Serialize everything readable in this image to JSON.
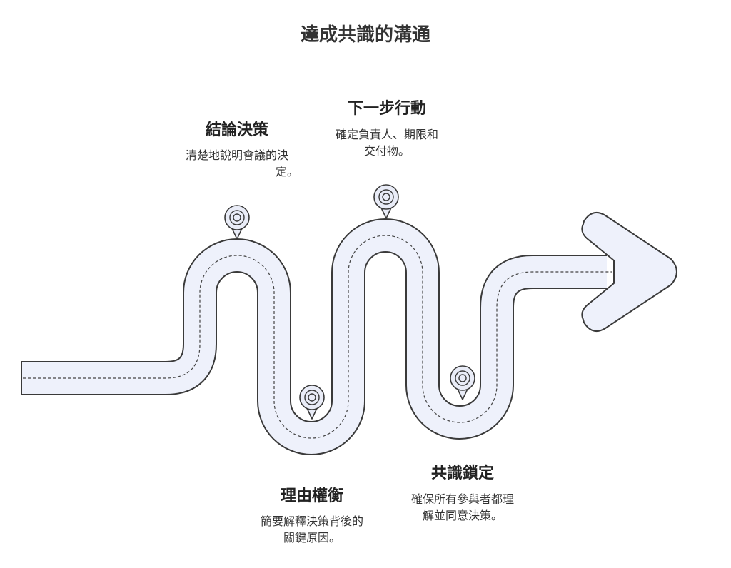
{
  "title": "達成共識的溝通",
  "steps": [
    {
      "title": "結論決策",
      "desc_lines": [
        "清楚地說明會議的決",
        "定。"
      ]
    },
    {
      "title": "理由權衡",
      "desc_lines": [
        "簡要解釋決策背後的",
        "關鍵原因。"
      ]
    },
    {
      "title": "下一步行動",
      "desc_lines": [
        "確定負責人、期限和",
        "交付物。"
      ]
    },
    {
      "title": "共識鎖定",
      "desc_lines": [
        "確保所有參與者都理",
        "解並同意決策。"
      ]
    }
  ],
  "colors": {
    "road_fill": "#eef1fb",
    "road_edge": "#3a3a3a",
    "pin_fill": "#e9ecf7"
  },
  "icons": [
    "location-pin-icon",
    "arrow-head-icon"
  ]
}
